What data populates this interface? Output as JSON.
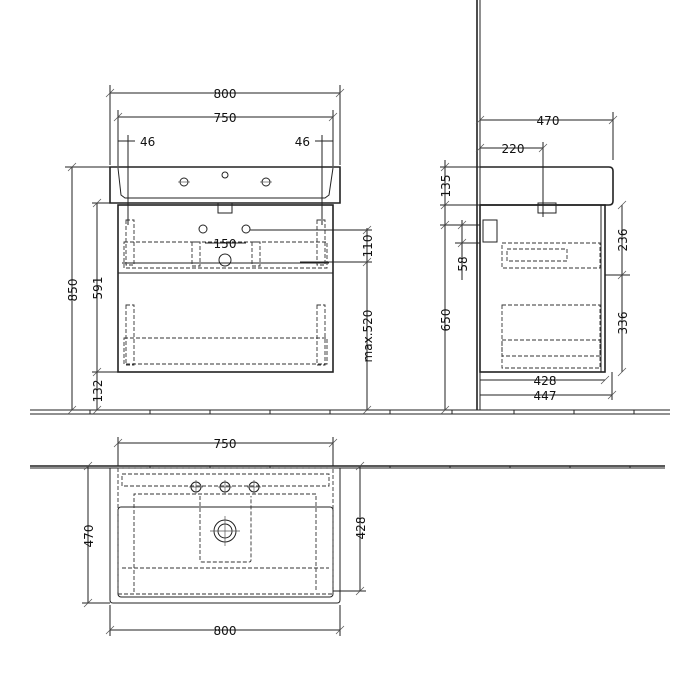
{
  "front_view": {
    "width_overall": "800",
    "width_inner": "750",
    "offset_left": "46",
    "offset_right": "46",
    "height_total": "850",
    "height_cabinet": "591",
    "height_floor_gap": "132",
    "height_max_siphon": "max.520",
    "spacing_pipes": "150",
    "pipe_drop": "110"
  },
  "side_view": {
    "depth_overall": "470",
    "depth_tap": "220",
    "basin_height": "135",
    "height_cabinet_top": "650",
    "bracket_offset": "58",
    "drawer_upper": "236",
    "drawer_lower": "336",
    "depth_inner": "428",
    "depth_cabinet": "447"
  },
  "top_view": {
    "width_inner": "750",
    "depth_overall": "470",
    "depth_inner": "428",
    "width_overall": "800"
  }
}
